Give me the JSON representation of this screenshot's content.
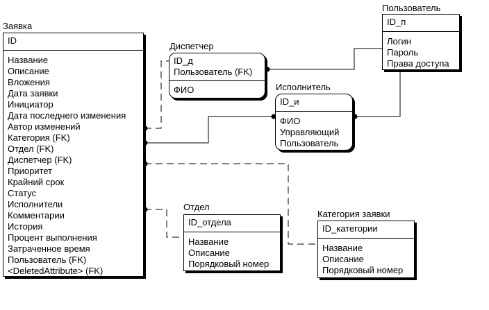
{
  "entities": {
    "zayavka": {
      "title": "Заявка",
      "keys": [
        "ID"
      ],
      "attributes": [
        "Название",
        "Описание",
        "Вложения",
        "Дата заявки",
        "Инициатор",
        "Дата последнего изменения",
        "Автор изменений",
        "Категория (FK)",
        "Отдел (FK)",
        "Диспетчер (FK)",
        "Приоритет",
        "Крайний срок",
        "Статус",
        "Исполнители",
        "Комментарии",
        "История",
        "Процент выполнения",
        "Затраченное время",
        "Пользователь (FK)",
        "<DeletedAttribute> (FK)"
      ]
    },
    "dispetcher": {
      "title": "Диспетчер",
      "keys": [
        "ID_д",
        "Пользователь (FK)"
      ],
      "attributes": [
        "ФИО"
      ]
    },
    "polzovatel": {
      "title": "Пользователь",
      "keys": [
        "ID_п"
      ],
      "attributes": [
        "Логин",
        "Пароль",
        "Права доступа"
      ]
    },
    "ispolnitel": {
      "title": "Исполнитель",
      "keys": [
        "ID_и"
      ],
      "attributes": [
        "ФИО",
        "Управляющий",
        "Пользователь"
      ]
    },
    "otdel": {
      "title": "Отдел",
      "keys": [
        "ID_отдела"
      ],
      "attributes": [
        "Название",
        "Описание",
        "Порядковый номер"
      ]
    },
    "kategoriya": {
      "title": "Категория заявки",
      "keys": [
        "ID_категории"
      ],
      "attributes": [
        "Название",
        "Описание",
        "Порядковый номер"
      ]
    }
  }
}
